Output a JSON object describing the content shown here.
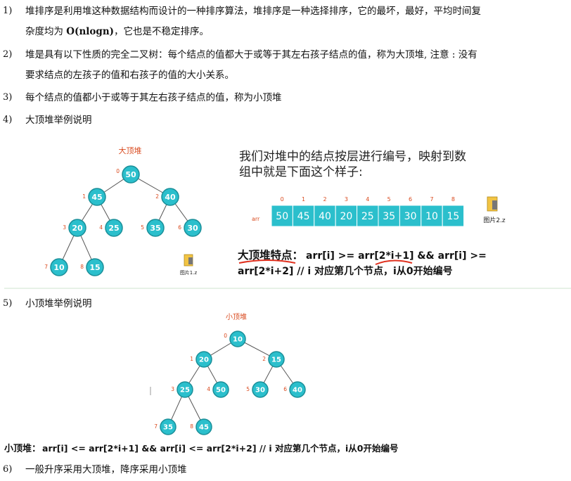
{
  "items": [
    {
      "num": "1)",
      "line1": "堆排序是利用堆这种数据结构而设计的一种排序算法，堆排序是一种选择排序，它的最坏，最好，平均时间复",
      "line2_pre": "杂度均为 ",
      "line2_bold": "O(nlogn)",
      "line2_post": "，它也是不稳定排序。"
    },
    {
      "num": "2)",
      "line1": "堆是具有以下性质的完全二叉树：每个结点的值都大于或等于其左右孩子结点的值，称为大顶堆, 注意 : 没有",
      "line2": "要求结点的左孩子的值和右孩子的值的大小关系。"
    },
    {
      "num": "3)",
      "line1": "每个结点的值都小于或等于其左右孩子结点的值，称为小顶堆"
    },
    {
      "num": "4)",
      "line1": "大顶堆举例说明"
    },
    {
      "num": "5)",
      "line1": "小顶堆举例说明"
    },
    {
      "num": "6)",
      "line1": "一般升序采用大顶堆，降序采用小顶堆"
    }
  ],
  "max_heap_figure": {
    "title": "大顶堆",
    "nodes": [
      {
        "index": "0",
        "value": "50"
      },
      {
        "index": "1",
        "value": "45"
      },
      {
        "index": "2",
        "value": "40"
      },
      {
        "index": "3",
        "value": "20"
      },
      {
        "index": "4",
        "value": "25"
      },
      {
        "index": "5",
        "value": "35"
      },
      {
        "index": "6",
        "value": "30"
      },
      {
        "index": "7",
        "value": "10"
      },
      {
        "index": "8",
        "value": "15"
      }
    ],
    "file_icon_label": "图片1.z",
    "desc_line1": "我们对堆中的结点按层进行编号，映射到数",
    "desc_line2": "组中就是下面这个样子:",
    "array_name": "arr",
    "array_indices": [
      "0",
      "1",
      "2",
      "3",
      "4",
      "5",
      "6",
      "7",
      "8"
    ],
    "array_values": [
      "50",
      "45",
      "40",
      "20",
      "25",
      "35",
      "30",
      "10",
      "15"
    ],
    "file_icon2_label": "图片2.z",
    "prop_title": "大顶堆特点：",
    "prop_line1": "arr[i] >= arr[2*i+1] && arr[i] >=",
    "prop_line2": "arr[2*i+2]  // i 对应第几个节点，i从0开始编号"
  },
  "min_heap_figure": {
    "title": "小顶堆",
    "nodes": [
      {
        "index": "0",
        "value": "10"
      },
      {
        "index": "1",
        "value": "20"
      },
      {
        "index": "2",
        "value": "15"
      },
      {
        "index": "3",
        "value": "25"
      },
      {
        "index": "4",
        "value": "50"
      },
      {
        "index": "5",
        "value": "30"
      },
      {
        "index": "6",
        "value": "40"
      },
      {
        "index": "7",
        "value": "35"
      },
      {
        "index": "8",
        "value": "45"
      }
    ],
    "prop_title": "小顶堆：",
    "prop_text": "arr[i] <= arr[2*i+1] && arr[i] <= arr[2*i+2] // i 对应第几个节点，i从0开始编号"
  },
  "colors": {
    "node_fill": "#2bbfcc",
    "node_stroke": "#1a8f99",
    "index_color": "#d94a1e",
    "title_color": "#d94a1e",
    "array_fill": "#2bbfcc",
    "underline_red": "#e0301e"
  }
}
